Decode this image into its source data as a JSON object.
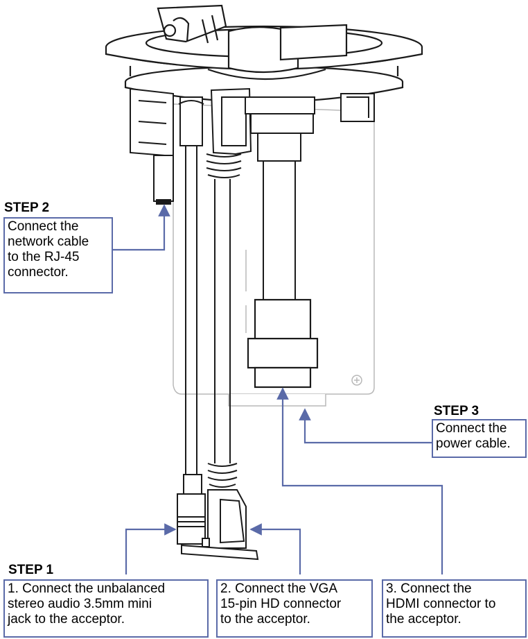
{
  "step1": {
    "title": "STEP 1",
    "box1": [
      "1. Connect the unbalanced",
      "stereo audio 3.5mm mini",
      "jack to the acceptor."
    ],
    "box2": [
      "2. Connect the VGA",
      "15-pin HD connector",
      "to the acceptor."
    ],
    "box3": [
      "3. Connect the",
      "HDMI connector to",
      "the acceptor."
    ]
  },
  "step2": {
    "title": "STEP 2",
    "lines": [
      "Connect the",
      "network cable",
      "to the RJ-45",
      "connector."
    ]
  },
  "step3": {
    "title": "STEP 3",
    "lines": [
      "Connect the",
      "power cable."
    ]
  },
  "colors": {
    "callout": "#5a6aa8",
    "outline": "#1a1a1a",
    "light": "#bfbfbf"
  }
}
